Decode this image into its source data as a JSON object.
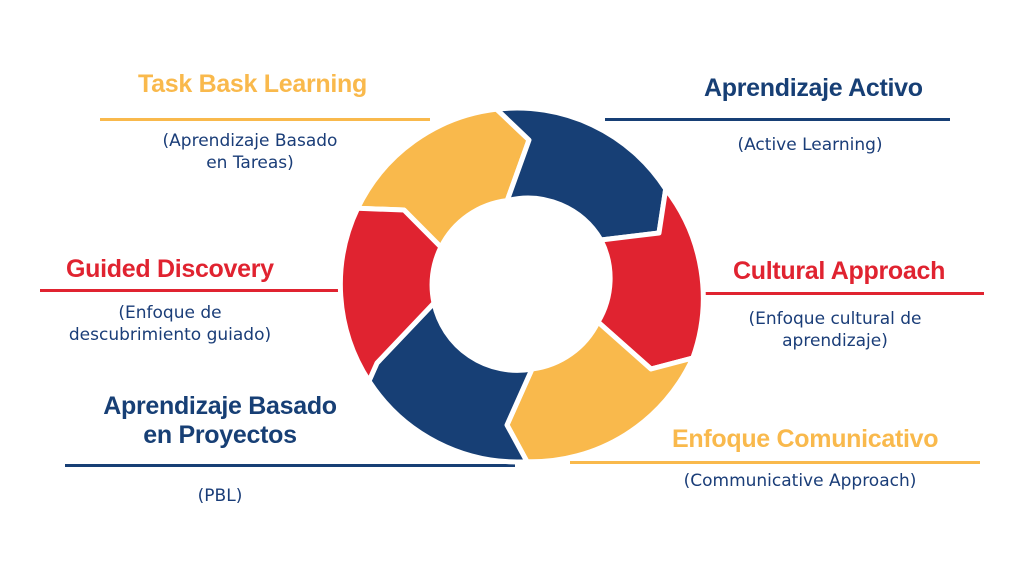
{
  "colors": {
    "yellow": "#f9b94c",
    "navy": "#173f75",
    "red": "#e02330",
    "text_navy": "#1a3d78"
  },
  "items": {
    "task_based": {
      "title": "Task Bask Learning",
      "subtitle_line1": "(Aprendizaje Basado",
      "subtitle_line2": "en Tareas)",
      "color": "#f9b94c"
    },
    "active": {
      "title": "Aprendizaje Activo",
      "subtitle_line1": "(Active Learning)",
      "color": "#173f75"
    },
    "guided": {
      "title": "Guided Discovery",
      "subtitle_line1": "(Enfoque de",
      "subtitle_line2": "descubrimiento guiado)",
      "color": "#e02330"
    },
    "cultural": {
      "title": "Cultural Approach",
      "subtitle_line1": "(Enfoque cultural de",
      "subtitle_line2": "aprendizaje)",
      "color": "#e02330"
    },
    "projects": {
      "title_line1": "Aprendizaje Basado",
      "title_line2": "en Proyectos",
      "subtitle_line1": "(PBL)",
      "color": "#173f75"
    },
    "communicative": {
      "title": "Enfoque Comunicativo",
      "subtitle_line1": "(Communicative Approach)",
      "color": "#f9b94c"
    }
  }
}
